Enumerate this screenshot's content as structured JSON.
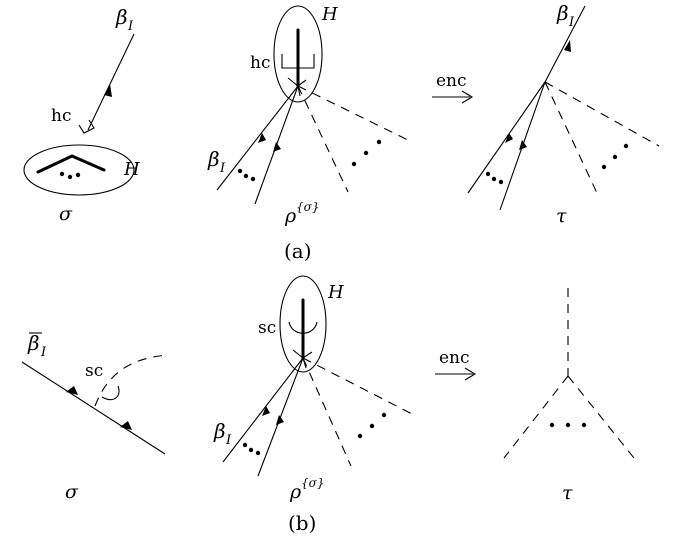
{
  "labels": {
    "beta": "β",
    "beta_sub": "I",
    "H": "H",
    "hc": "hc",
    "sc": "sc",
    "enc": "enc",
    "sigma": "σ",
    "rho": "ρ",
    "rho_sup": "{σ}",
    "tau": "τ",
    "caption_a": "(a)",
    "caption_b": "(b)"
  }
}
